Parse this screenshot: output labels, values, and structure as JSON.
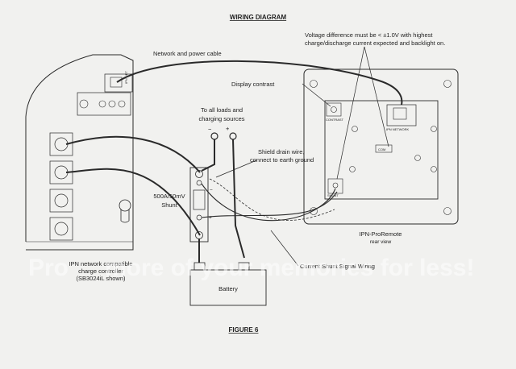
{
  "diagram": {
    "title": "WIRING DIAGRAM",
    "figure": "FIGURE 6",
    "labels": {
      "network_cable": "Network and power cable",
      "voltage_note_1": "Voltage difference must be  < ±1.0V with highest",
      "voltage_note_2": "charge/discharge current expected and backlight on.",
      "display_contrast": "Display contrast",
      "loads_1": "To all loads and",
      "loads_2": "charging sources",
      "shield_1": "Shield drain wire,",
      "shield_2": "connect to earth ground",
      "shunt_1": "500A/50mV",
      "shunt_2": "Shunt",
      "remote_name": "IPN-ProRemote",
      "remote_view": "rear view",
      "signal_wiring": "Current Shunt Signal Wiring",
      "controller_1": "IPN network compatible",
      "controller_2": "charge controller",
      "controller_3": "(SB3024iL shown)",
      "battery": "Battery",
      "minus": "−",
      "plus": "+",
      "shunt_minus": "−",
      "shunt_plus": "+"
    },
    "panel_labels": {
      "ipn_net_left": "IPN NET",
      "contrast": "CONTRAST",
      "ipn_network": "IPN NETWORK",
      "com": "COM",
      "shunt_box": "SHUNT"
    },
    "watermark": {
      "left": "Pro",
      "right": "more of your memories for less!"
    },
    "colors": {
      "background": "#f1f1ef",
      "ink": "#2a2a2a",
      "panel": "#ffffff"
    }
  }
}
